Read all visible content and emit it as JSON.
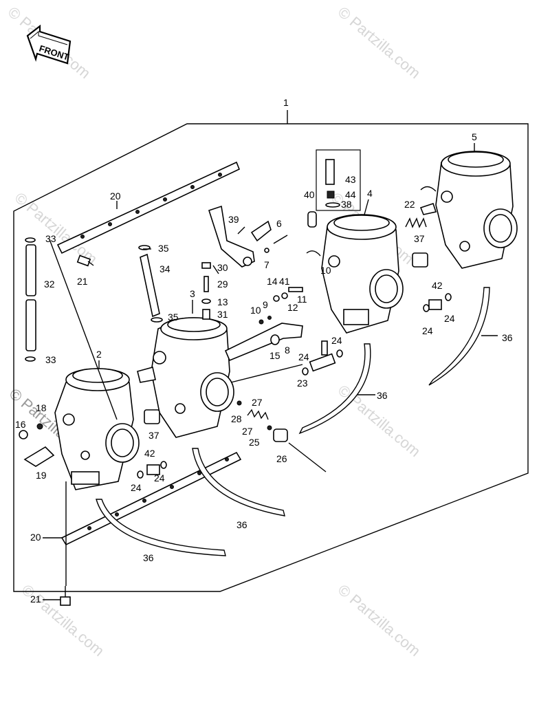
{
  "front_label": "FRONT",
  "watermark": "© Partzilla.com",
  "callouts": {
    "c1": "1",
    "c2": "2",
    "c3": "3",
    "c4": "4",
    "c5": "5",
    "c6": "6",
    "c7": "7",
    "c8": "8",
    "c9": "9",
    "c10": "10",
    "c10b": "10",
    "c11": "11",
    "c12": "12",
    "c13": "13",
    "c14": "14",
    "c15": "15",
    "c16": "16",
    "c18": "18",
    "c19": "19",
    "c20a": "20",
    "c20b": "20",
    "c21a": "21",
    "c21b": "21",
    "c22": "22",
    "c23": "23",
    "c24a": "24",
    "c24b": "24",
    "c24c": "24",
    "c24d": "24",
    "c24e": "24",
    "c24f": "24",
    "c25": "25",
    "c26": "26",
    "c27a": "27",
    "c27b": "27",
    "c28": "28",
    "c29": "29",
    "c30": "30",
    "c31": "31",
    "c32": "32",
    "c33a": "33",
    "c33b": "33",
    "c34": "34",
    "c35a": "35",
    "c35b": "35",
    "c36a": "36",
    "c36b": "36",
    "c36c": "36",
    "c36d": "36",
    "c37a": "37",
    "c37b": "37",
    "c38": "38",
    "c39": "39",
    "c40": "40",
    "c41": "41",
    "c42a": "42",
    "c42b": "42",
    "c43": "43",
    "c44": "44"
  }
}
